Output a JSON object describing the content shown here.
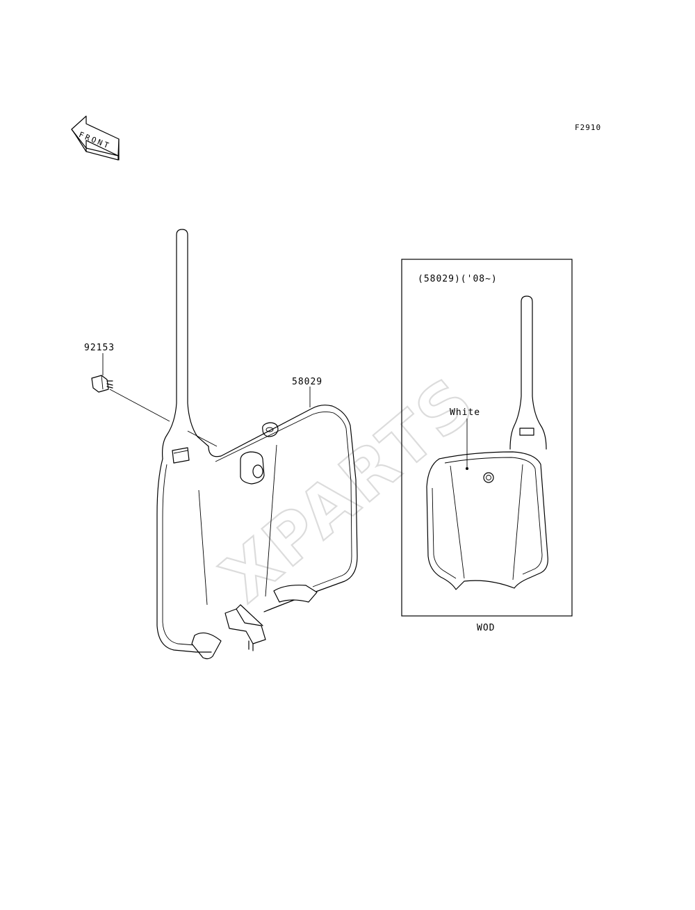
{
  "figure_code": "F2910",
  "front_arrow_label": "FRONT",
  "watermark": "XPARTS",
  "callouts": {
    "bolt": "92153",
    "number_plate": "58029",
    "inset_title": "(58029)('08~)",
    "color_note": "White",
    "inset_model": "WOD"
  },
  "icons": {
    "front_arrow": "front-direction-arrow-icon"
  }
}
